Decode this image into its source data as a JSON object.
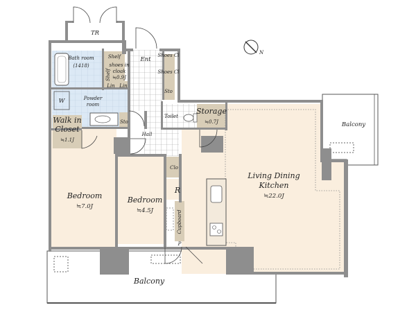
{
  "rooms": {
    "tr": "TR",
    "bath_name": "Bath room",
    "bath_size": "(1418)",
    "shelf_top": "Shelf",
    "shelf_side": "Shelf",
    "shoes_closet_1": "shoes in",
    "shoes_closet_2": "cloak",
    "shoes_closet_size": "≒0.9J",
    "lin_1": "Lin",
    "lin_2": "Lin",
    "entrance": "Ent",
    "shoes_cl_1": "Shoes Cl",
    "shoes_cl_2": "Shoes Cl",
    "sto_entry": "Sto",
    "w": "W",
    "powder_1": "Powder",
    "powder_2": "room",
    "sto_powder": "Sto",
    "toilet": "Toilet",
    "storage_name": "Storage",
    "storage_size": "≒0.7J",
    "walkin_1": "Walk in",
    "walkin_2": "Closet",
    "walkin_size": "≒1.1J",
    "hall": "Hall",
    "clo": "Clo",
    "r": "R",
    "cupboard": "Cupboard",
    "p": "P",
    "bedroom1_name": "Bedroom",
    "bedroom1_size": "≒7.0J",
    "bedroom2_name": "Bedroom",
    "bedroom2_size": "≒4.5J",
    "ldk_1": "Living Dining",
    "ldk_2": "Kitchen",
    "ldk_size": "≒22.0J",
    "balcony_right": "Balcony",
    "balcony_bottom": "Balcony"
  },
  "compass": {
    "north_label": "N"
  },
  "colors": {
    "wall": "#8e8e8e",
    "floor_wood": "#faeede",
    "floor_tile": "#dce9f5",
    "closet": "#d8cdb7",
    "balcony_line": "#555555"
  }
}
